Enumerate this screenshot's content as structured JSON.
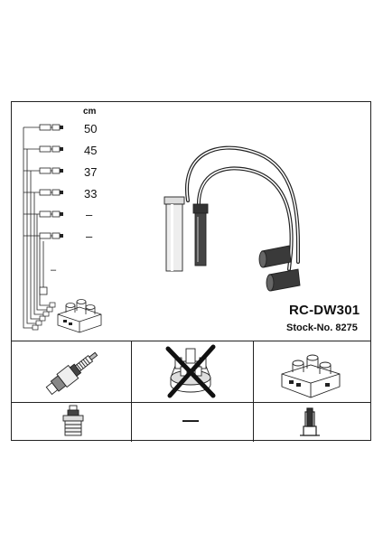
{
  "lengths": {
    "unit": "cm",
    "values": [
      "50",
      "45",
      "37",
      "33",
      "–",
      "–"
    ],
    "extra_mark": "–"
  },
  "product": {
    "model": "RC-DW301",
    "stock": "Stock-No. 8275"
  },
  "cells": {
    "middle_bottom_mark": "—"
  },
  "icons": {
    "cable_set": "ignition-cable-set-icon",
    "coil_pack": "ignition-coil-pack-icon",
    "spark_plug": "spark-plug-icon",
    "distributor_cap": "distributor-cap-crossed-icon",
    "connector": "plug-connector-icon",
    "coil_terminal": "coil-terminal-icon"
  }
}
